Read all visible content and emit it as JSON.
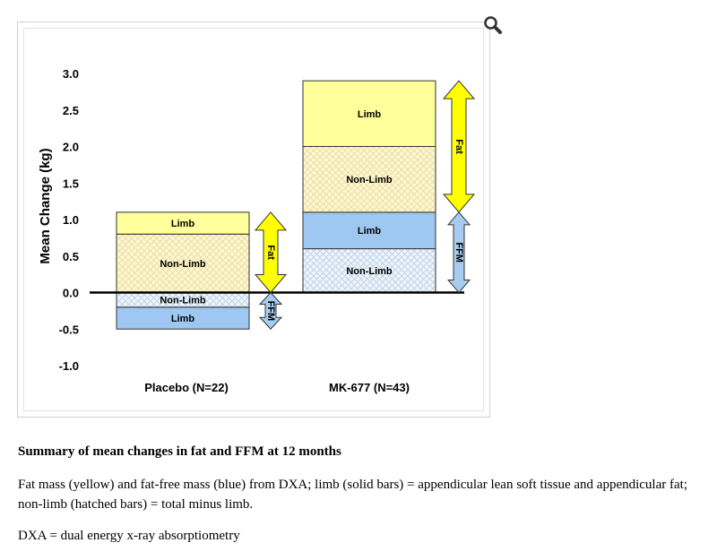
{
  "figure": {
    "caption_title": "Summary of mean changes in fat and FFM at 12 months",
    "caption_text": "Fat mass (yellow) and fat-free mass (blue) from DXA; limb (solid bars) = appendicular lean soft tissue and appendicular fat; non-limb (hatched bars) = total minus limb.",
    "caption_note": "DXA = dual energy x-ray absorptiometry",
    "zoom_icon": "magnifier-icon"
  },
  "colors": {
    "fat_solid": "#fefe9a",
    "fat_hatch_bg": "#fef7cf",
    "fat_hatch_line": "#e8dca0",
    "ffm_solid": "#9ec8f2",
    "ffm_hatch_bg": "#eef4fb",
    "ffm_hatch_line": "#b9cfe6",
    "fat_arrow": "#ffff00",
    "ffm_arrow": "#a8ccf0",
    "outline": "#333333"
  },
  "chart_data": {
    "type": "bar",
    "stacked": true,
    "ylabel": "Mean Change (kg)",
    "ylim": [
      -1.0,
      3.0
    ],
    "yticks": [
      3.0,
      2.5,
      2.0,
      1.5,
      1.0,
      0.5,
      0.0,
      -0.5,
      -1.0
    ],
    "ytick_labels": [
      "3.0",
      "2.5",
      "2.0",
      "1.5",
      "1.0",
      "0.5",
      "0.0",
      "-0.5",
      "-1.0"
    ],
    "grid": false,
    "categories": [
      "Placebo (N=22)",
      "MK-677 (N=43)"
    ],
    "groups": [
      {
        "category": "Placebo (N=22)",
        "segments": [
          {
            "component": "FFM",
            "label": "Limb",
            "style": "solid",
            "from": -0.5,
            "to": -0.2
          },
          {
            "component": "FFM",
            "label": "Non-Limb",
            "style": "hatched",
            "from": -0.2,
            "to": 0.0
          },
          {
            "component": "Fat",
            "label": "Non-Limb",
            "style": "hatched",
            "from": 0.0,
            "to": 0.8
          },
          {
            "component": "Fat",
            "label": "Limb",
            "style": "solid",
            "from": 0.8,
            "to": 1.1
          }
        ],
        "arrows": [
          {
            "component": "Fat",
            "label": "Fat",
            "from": 0.0,
            "to": 1.1
          },
          {
            "component": "FFM",
            "label": "FFM",
            "from": -0.5,
            "to": 0.0
          }
        ]
      },
      {
        "category": "MK-677 (N=43)",
        "segments": [
          {
            "component": "FFM",
            "label": "Non-Limb",
            "style": "hatched",
            "from": 0.0,
            "to": 0.6
          },
          {
            "component": "FFM",
            "label": "Limb",
            "style": "solid",
            "from": 0.6,
            "to": 1.1
          },
          {
            "component": "Fat",
            "label": "Non-Limb",
            "style": "hatched",
            "from": 1.1,
            "to": 2.0
          },
          {
            "component": "Fat",
            "label": "Limb",
            "style": "solid",
            "from": 2.0,
            "to": 2.9
          }
        ],
        "arrows": [
          {
            "component": "Fat",
            "label": "Fat",
            "from": 1.1,
            "to": 2.9
          },
          {
            "component": "FFM",
            "label": "FFM",
            "from": 0.0,
            "to": 1.1
          }
        ]
      }
    ]
  }
}
